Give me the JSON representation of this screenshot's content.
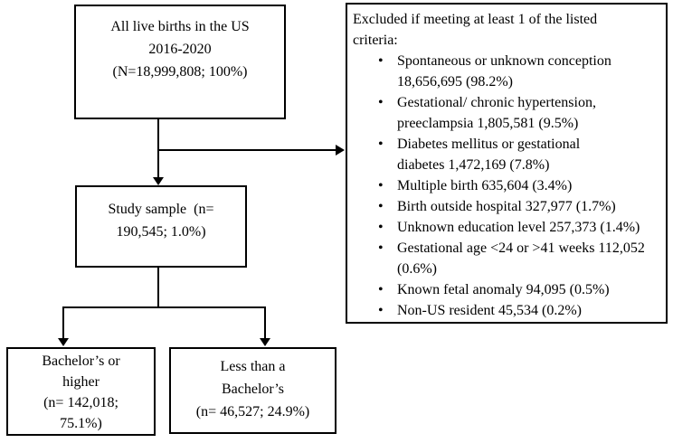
{
  "page": {
    "background_color": "#ffffff",
    "line_color": "#000000",
    "text_color": "#000000"
  },
  "boxes": {
    "all_births": {
      "lines": [
        "All live births in the US",
        "2016-2020",
        "(N=18,999,808; 100%)"
      ]
    },
    "excluded": {
      "header_lines": [
        "Excluded if meeting at least 1 of the listed",
        "criteria:"
      ],
      "items": [
        {
          "text": "Spontaneous or unknown conception 18,656,695 (98.2%)",
          "lines": [
            "Spontaneous or unknown conception",
            "18,656,695 (98.2%)"
          ]
        },
        {
          "text": "Gestational/ chronic hypertension, preeclampsia 1,805,581 (9.5%)",
          "lines": [
            "Gestational/ chronic hypertension,",
            "preeclampsia 1,805,581 (9.5%)"
          ]
        },
        {
          "text": "Diabetes mellitus or gestational diabetes 1,472,169 (7.8%)",
          "lines": [
            "Diabetes mellitus or gestational",
            "diabetes 1,472,169 (7.8%)"
          ]
        },
        {
          "text": "Multiple birth 635,604 (3.4%)",
          "lines": [
            "Multiple birth 635,604 (3.4%)"
          ]
        },
        {
          "text": "Birth outside hospital 327,977 (1.7%)",
          "lines": [
            "Birth outside hospital 327,977 (1.7%)"
          ]
        },
        {
          "text": "Unknown education level 257,373 (1.4%)",
          "lines": [
            "Unknown education level 257,373 (1.4%)"
          ]
        },
        {
          "text": "Gestational age <24 or >41 weeks 112,052 (0.6%)",
          "lines": [
            "Gestational age <24 or >41 weeks 112,052",
            "(0.6%)"
          ]
        },
        {
          "text": "Known fetal anomaly 94,095 (0.5%)",
          "lines": [
            "Known fetal anomaly 94,095 (0.5%)"
          ]
        },
        {
          "text": "Non-US resident 45,534 (0.2%)",
          "lines": [
            "Non-US resident 45,534 (0.2%)"
          ]
        }
      ]
    },
    "study_sample": {
      "lines": [
        "Study sample  (n=",
        "190,545; 1.0%)"
      ]
    },
    "bachelors_or_higher": {
      "lines": [
        "Bachelor’s or",
        "higher",
        "(n= 142,018;",
        "75.1%)"
      ]
    },
    "less_than_bachelors": {
      "lines": [
        "Less than a",
        "Bachelor’s",
        "(n= 46,527; 24.9%)"
      ]
    }
  }
}
